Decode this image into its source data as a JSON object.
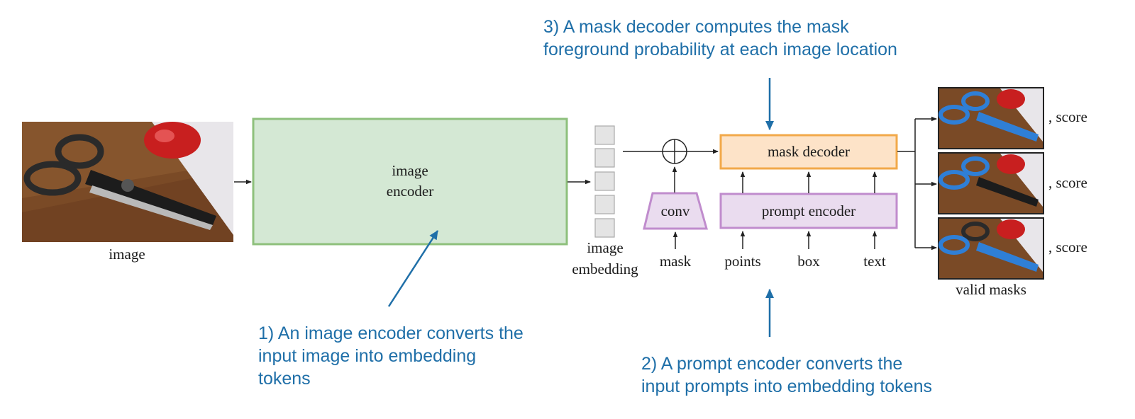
{
  "annotations": {
    "image_encoder_note": [
      "1) An image encoder converts the",
      "input image into embedding",
      "tokens"
    ],
    "prompt_encoder_note": [
      "2) A prompt encoder converts the",
      "input prompts into embedding tokens"
    ],
    "mask_decoder_note": [
      "3) A mask decoder computes the mask",
      "foreground probability at each image location"
    ]
  },
  "diagram": {
    "input_image_label": "image",
    "image_encoder_label": [
      "image",
      "encoder"
    ],
    "embedding_label": [
      "image",
      "embedding"
    ],
    "conv_label": "conv",
    "mask_input_label": "mask",
    "mask_decoder_label": "mask decoder",
    "prompt_encoder_label": "prompt encoder",
    "prompt_inputs": [
      "points",
      "box",
      "text"
    ],
    "output_score_label": ", score",
    "outputs_label": "valid masks"
  },
  "colors": {
    "annotation": "#1f6fa8",
    "encoder_fill": "#d4e8d4",
    "encoder_border": "#8ec07c",
    "decoder_fill": "#fde3c8",
    "decoder_border": "#f2a94a",
    "prompt_fill": "#eadcef",
    "prompt_border": "#c08ccd"
  }
}
